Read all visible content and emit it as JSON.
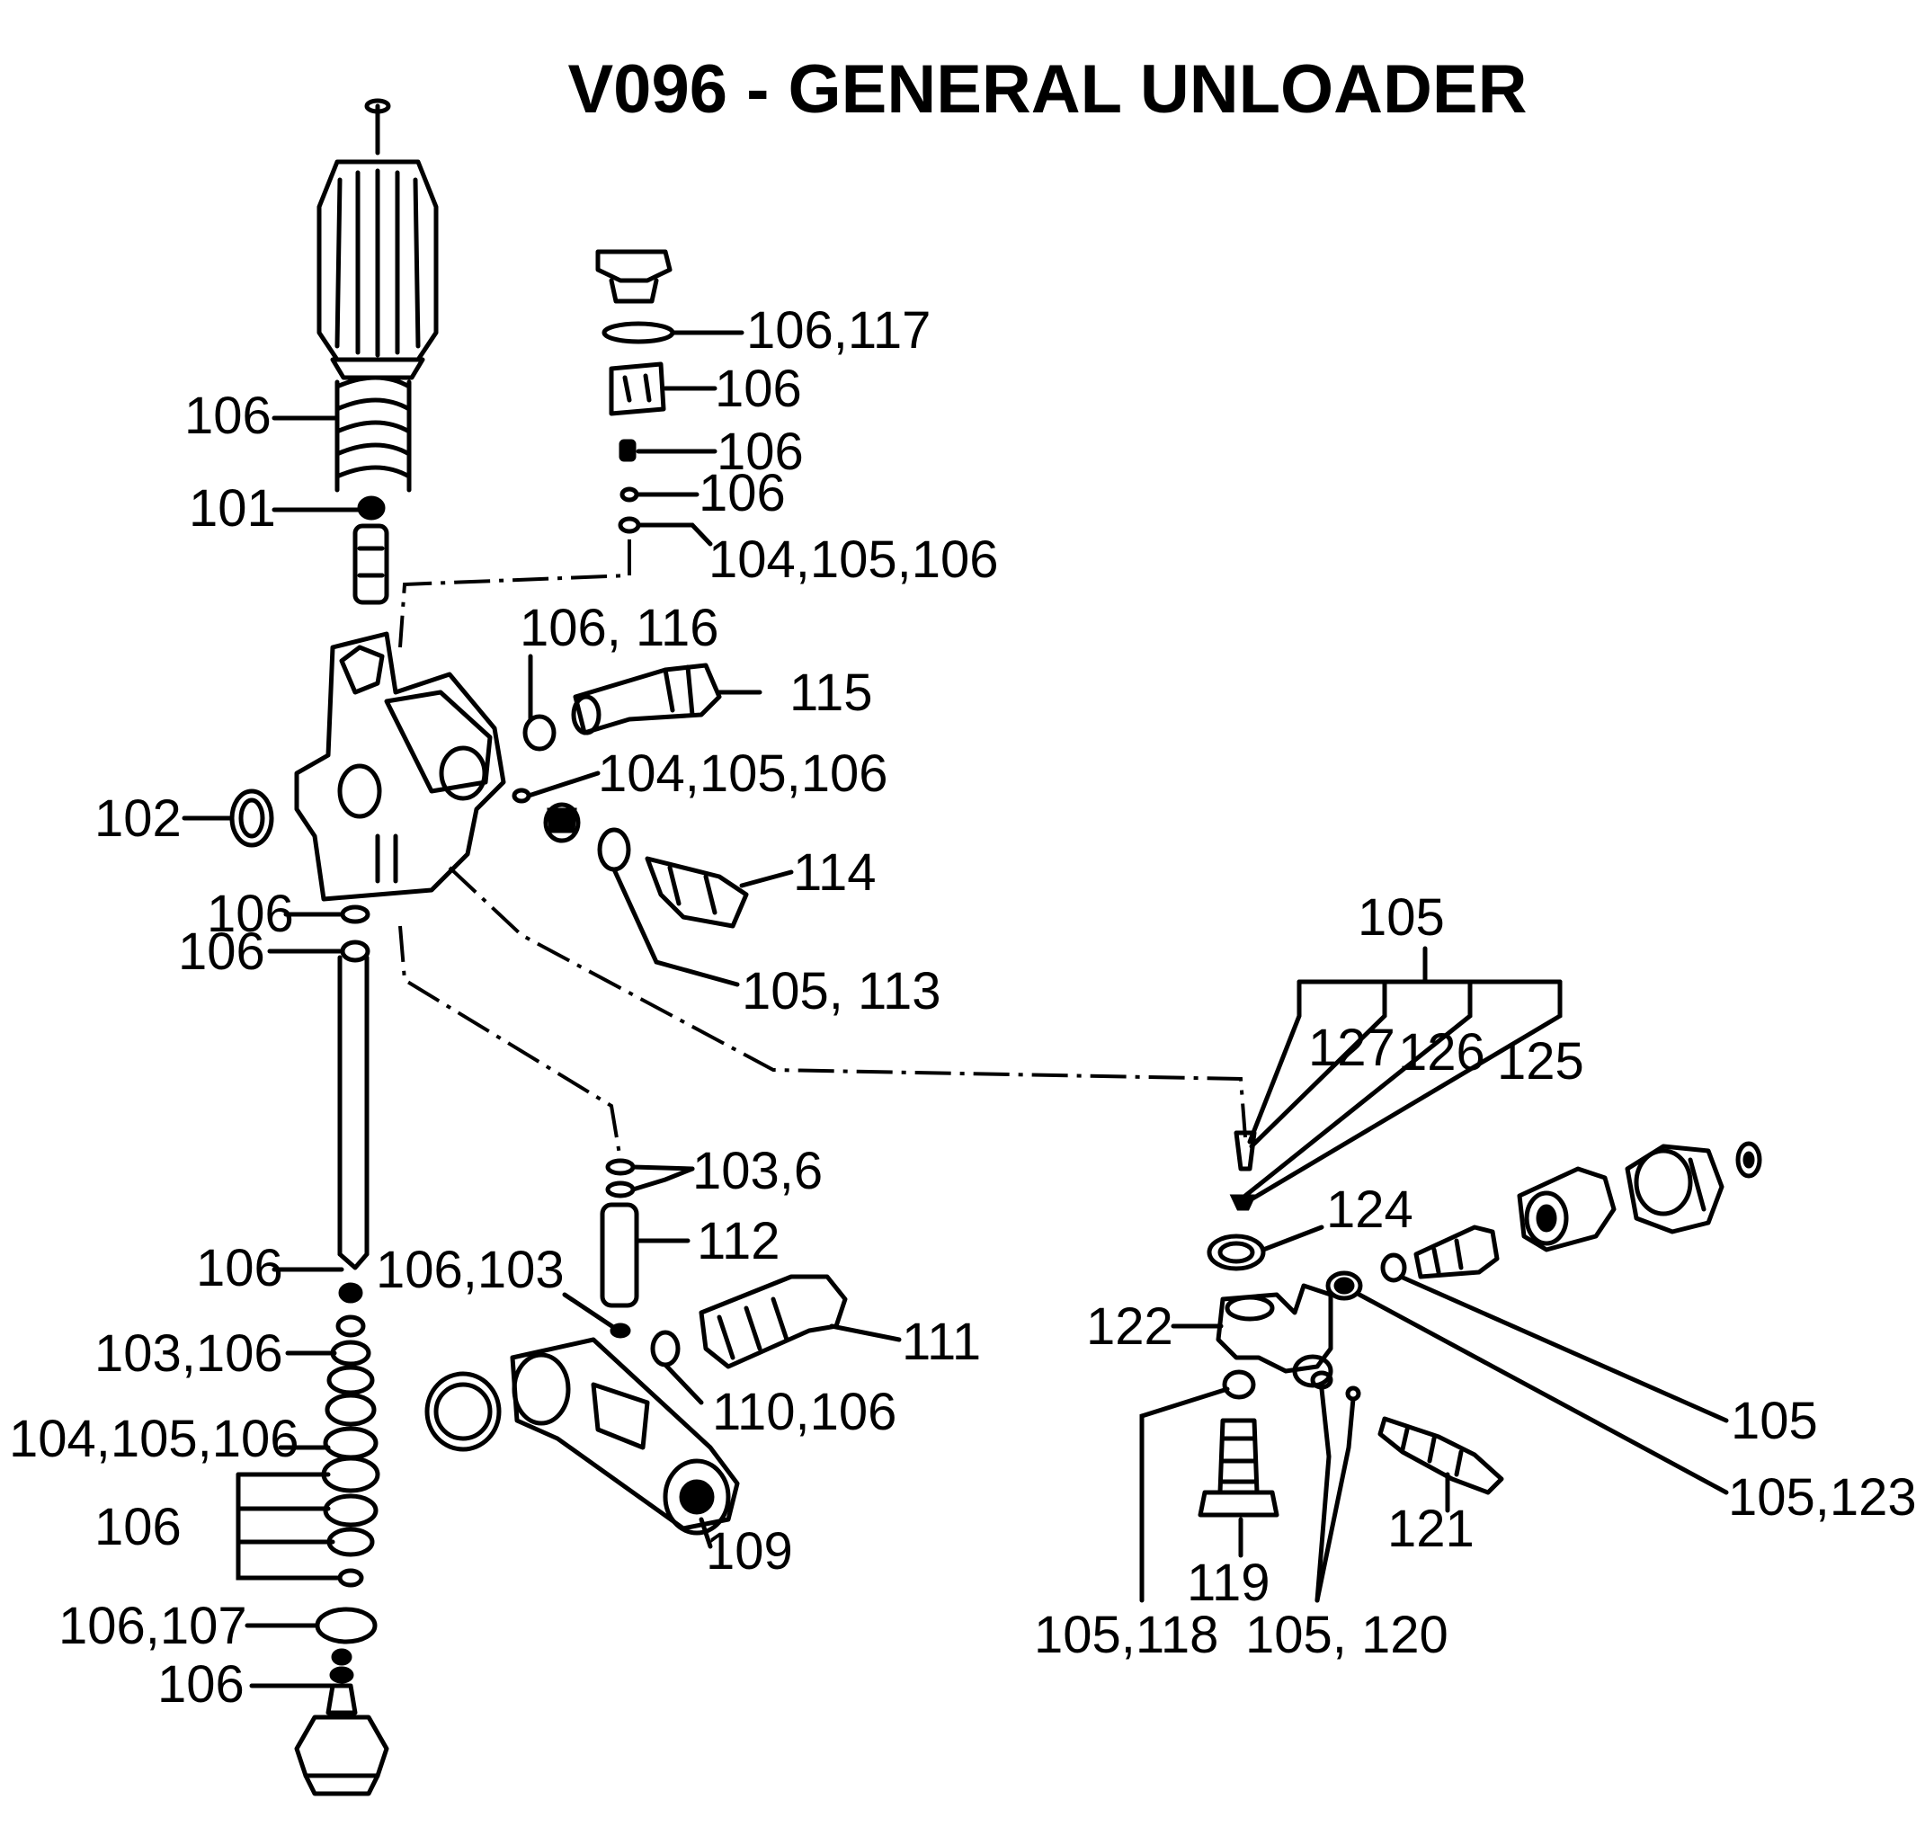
{
  "title": "V096 - GENERAL UNLOADER",
  "callouts": {
    "c01": "106,117",
    "c02": "106",
    "c03": "106",
    "c04": "106",
    "c05": "104,105,106",
    "c06": "106",
    "c07": "101",
    "c08": "106,  116",
    "c09": "115",
    "c10": "104,105,106",
    "c11": "102",
    "c12": "114",
    "c13": "106",
    "c14": "106",
    "c15": "105, 113",
    "c16": "105",
    "c17": "127",
    "c18": "126",
    "c19": "125",
    "c20": "103,6",
    "c21": "112",
    "c22": "106",
    "c23": "106,103",
    "c24": "124",
    "c25": "103,106",
    "c26": "111",
    "c27": "122",
    "c28": "110,106",
    "c29": "105",
    "c30": "104,105,106",
    "c31": "106",
    "c32": "105,123",
    "c33": "109",
    "c34": "121",
    "c35": "119",
    "c36": "106,107",
    "c37": "105,118",
    "c38": "105, 120",
    "c39": "106"
  }
}
